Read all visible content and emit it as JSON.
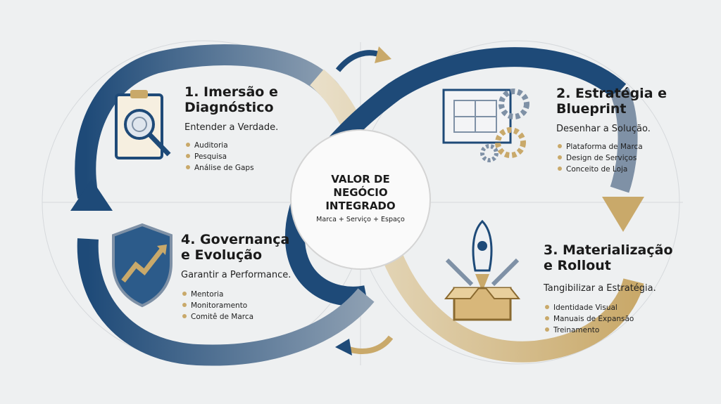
{
  "center": {
    "line1": "VALOR DE",
    "line2": "NEGÓCIO",
    "line3": "INTEGRADO",
    "subtitle": "Marca + Serviço + Espaço"
  },
  "steps": [
    {
      "title1": "1. Imersão e",
      "title2": "Diagnóstico",
      "subtitle": "Entender a Verdade.",
      "bullets": [
        "Auditoria",
        "Pesquisa",
        "Análise de Gaps"
      ],
      "icon": "clipboard-magnifier-icon"
    },
    {
      "title1": "2. Estratégia e",
      "title2": "Blueprint",
      "subtitle": "Desenhar a Solução.",
      "bullets": [
        "Plataforma de Marca",
        "Design de Serviços",
        "Conceito de Loja"
      ],
      "icon": "blueprint-gears-icon"
    },
    {
      "title1": "3. Materialização",
      "title2": "e Rollout",
      "subtitle": "Tangibilizar a Estratégia.",
      "bullets": [
        "Identidade Visual",
        "Manuais de Expansão",
        "Treinamento"
      ],
      "icon": "rocket-box-icon"
    },
    {
      "title1": "4. Governança",
      "title2": "e Evolução",
      "subtitle": "Garantir a Performance.",
      "bullets": [
        "Mentoria",
        "Monitoramento",
        "Comitê de Marca"
      ],
      "icon": "shield-chart-icon"
    }
  ],
  "colors": {
    "blue": "#1e4a78",
    "gold": "#c9a96a",
    "background": "#eef0f1"
  }
}
